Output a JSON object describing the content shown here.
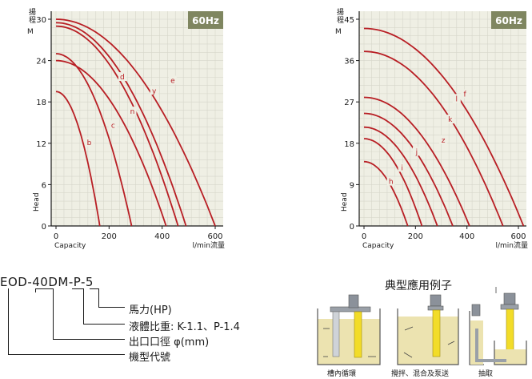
{
  "chart_data": [
    {
      "type": "line",
      "badge": "60Hz",
      "ylabel_top": "揚程\nM",
      "ylabel_side": "Head",
      "xlabel": "Capacity",
      "xlabel_unit": "l/min流量",
      "xlim": [
        0,
        600
      ],
      "ylim": [
        0,
        30
      ],
      "xticks": [
        0,
        200,
        400,
        600
      ],
      "yticks": [
        0,
        6,
        12,
        18,
        24,
        30
      ],
      "grid": true,
      "series": [
        {
          "name": "b",
          "shutoff_head": 19.5,
          "max_flow": 165,
          "label_at": [
            125,
            12
          ]
        },
        {
          "name": "c",
          "shutoff_head": 25.0,
          "max_flow": 285,
          "label_at": [
            215,
            14.5
          ]
        },
        {
          "name": "n",
          "shutoff_head": 24.0,
          "max_flow": 415,
          "label_at": [
            288,
            16.5
          ]
        },
        {
          "name": "d",
          "shutoff_head": 29.0,
          "max_flow": 460,
          "label_at": [
            250,
            21.5
          ]
        },
        {
          "name": "y",
          "shutoff_head": 29.5,
          "max_flow": 490,
          "label_at": [
            370,
            19.5
          ]
        },
        {
          "name": "e",
          "shutoff_head": 30.0,
          "max_flow": 600,
          "label_at": [
            440,
            21
          ]
        }
      ]
    },
    {
      "type": "line",
      "badge": "60Hz",
      "ylabel_top": "揚程\nM",
      "ylabel_side": "Head",
      "xlabel": "Capacity",
      "xlabel_unit": "l/min流量",
      "xlim": [
        0,
        600
      ],
      "ylim": [
        0,
        45
      ],
      "xticks": [
        0,
        200,
        400,
        600
      ],
      "yticks": [
        0,
        9,
        18,
        27,
        36,
        45
      ],
      "grid": true,
      "series": [
        {
          "name": "h",
          "shutoff_head": 14.0,
          "max_flow": 170,
          "label_at": [
            105,
            9.5
          ]
        },
        {
          "name": "i",
          "shutoff_head": 19.0,
          "max_flow": 225,
          "label_at": [
            148,
            12.5
          ]
        },
        {
          "name": "j",
          "shutoff_head": 21.5,
          "max_flow": 285,
          "label_at": [
            205,
            16
          ]
        },
        {
          "name": "z",
          "shutoff_head": 24.5,
          "max_flow": 345,
          "label_at": [
            308,
            18.5
          ]
        },
        {
          "name": "k",
          "shutoff_head": 28.0,
          "max_flow": 410,
          "label_at": [
            335,
            23
          ]
        },
        {
          "name": "l",
          "shutoff_head": 38.0,
          "max_flow": 540,
          "label_at": [
            360,
            27.5
          ]
        },
        {
          "name": "f",
          "shutoff_head": 43.0,
          "max_flow": 620,
          "label_at": [
            392,
            28.5
          ]
        }
      ]
    }
  ],
  "model_code": {
    "text": "EOD-40DM-P-5",
    "legend": [
      "馬力(HP)",
      "液體比重: K-1.1、P-1.4",
      "出口口徑 φ(mm)",
      "機型代號"
    ]
  },
  "applications": {
    "title": "典型應用例子",
    "captions": [
      "槽內循環",
      "攪拌、混合及泵送",
      "抽取"
    ]
  },
  "colors": {
    "grid_bg": "#efefe4",
    "grid_line": "#d6d6ca",
    "curve": "#b81e24",
    "badge_bg": "#7f8660",
    "badge_text": "#ffffff",
    "tank_fill": "#ece3b0",
    "pump_yellow": "#f2dc29"
  }
}
